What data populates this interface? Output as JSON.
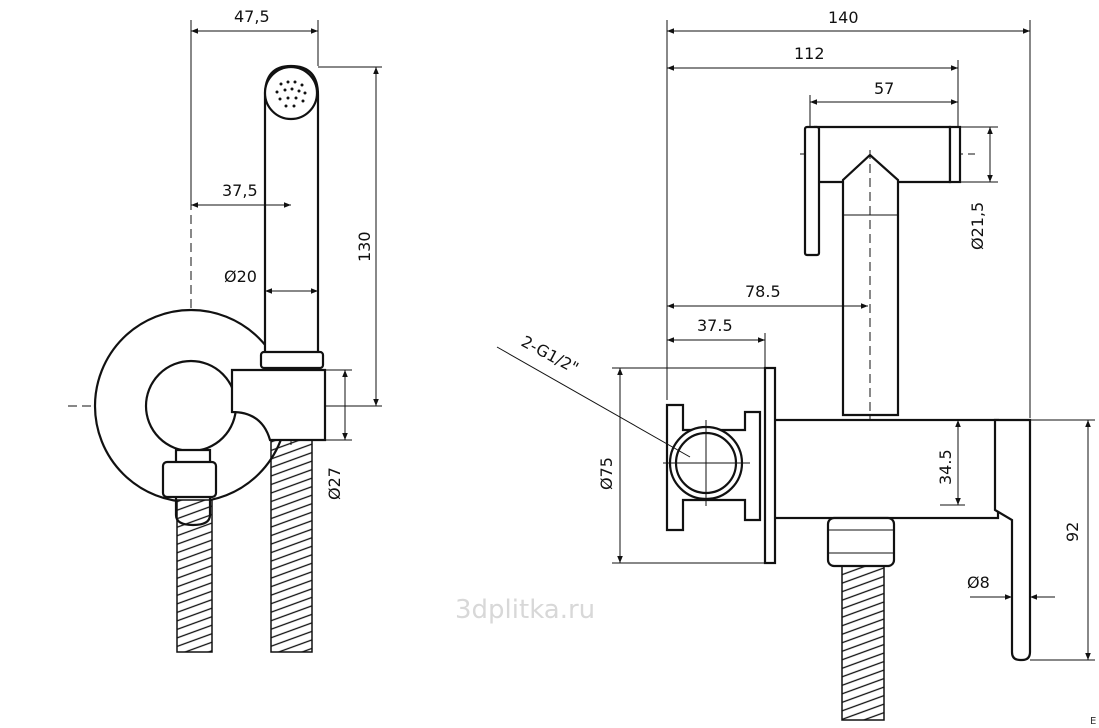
{
  "left_view": {
    "dims": {
      "width_total": "47,5",
      "center_offset": "37,5",
      "head_diameter": "Ø20",
      "height": "130",
      "holder_diameter": "Ø27"
    }
  },
  "right_view": {
    "dims": {
      "total_depth": "140",
      "to_head_end": "112",
      "head_length": "57",
      "head_diameter": "Ø21,5",
      "to_stem_axis": "78.5",
      "to_valve_axis": "37.5",
      "plate_diameter": "Ø75",
      "body_height": "34.5",
      "lever_height": "92",
      "lever_thickness": "Ø8",
      "connection": "2-G1/2\""
    }
  },
  "watermark": "3dplitka.ru",
  "corner_mark": "E"
}
